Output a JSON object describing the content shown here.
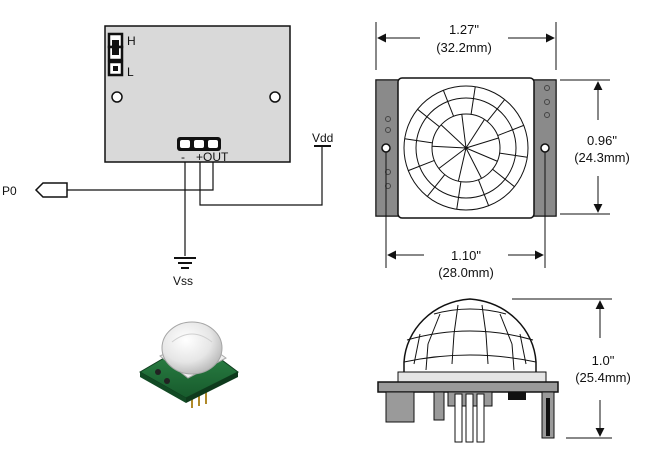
{
  "labels": {
    "jumper_h": "H",
    "jumper_l": "L",
    "pin_minus": "-",
    "pin_plus_out": "+OUT",
    "vdd": "Vdd",
    "vss": "Vss",
    "p0": "P0"
  },
  "dimensions": {
    "width_in": "1.27\"",
    "width_mm": "(32.2mm)",
    "height_in": "0.96\"",
    "height_mm": "(24.3mm)",
    "hole_spacing_in": "1.10\"",
    "hole_spacing_mm": "(28.0mm)",
    "dome_height_in": "1.0\"",
    "dome_height_mm": "(25.4mm)"
  }
}
